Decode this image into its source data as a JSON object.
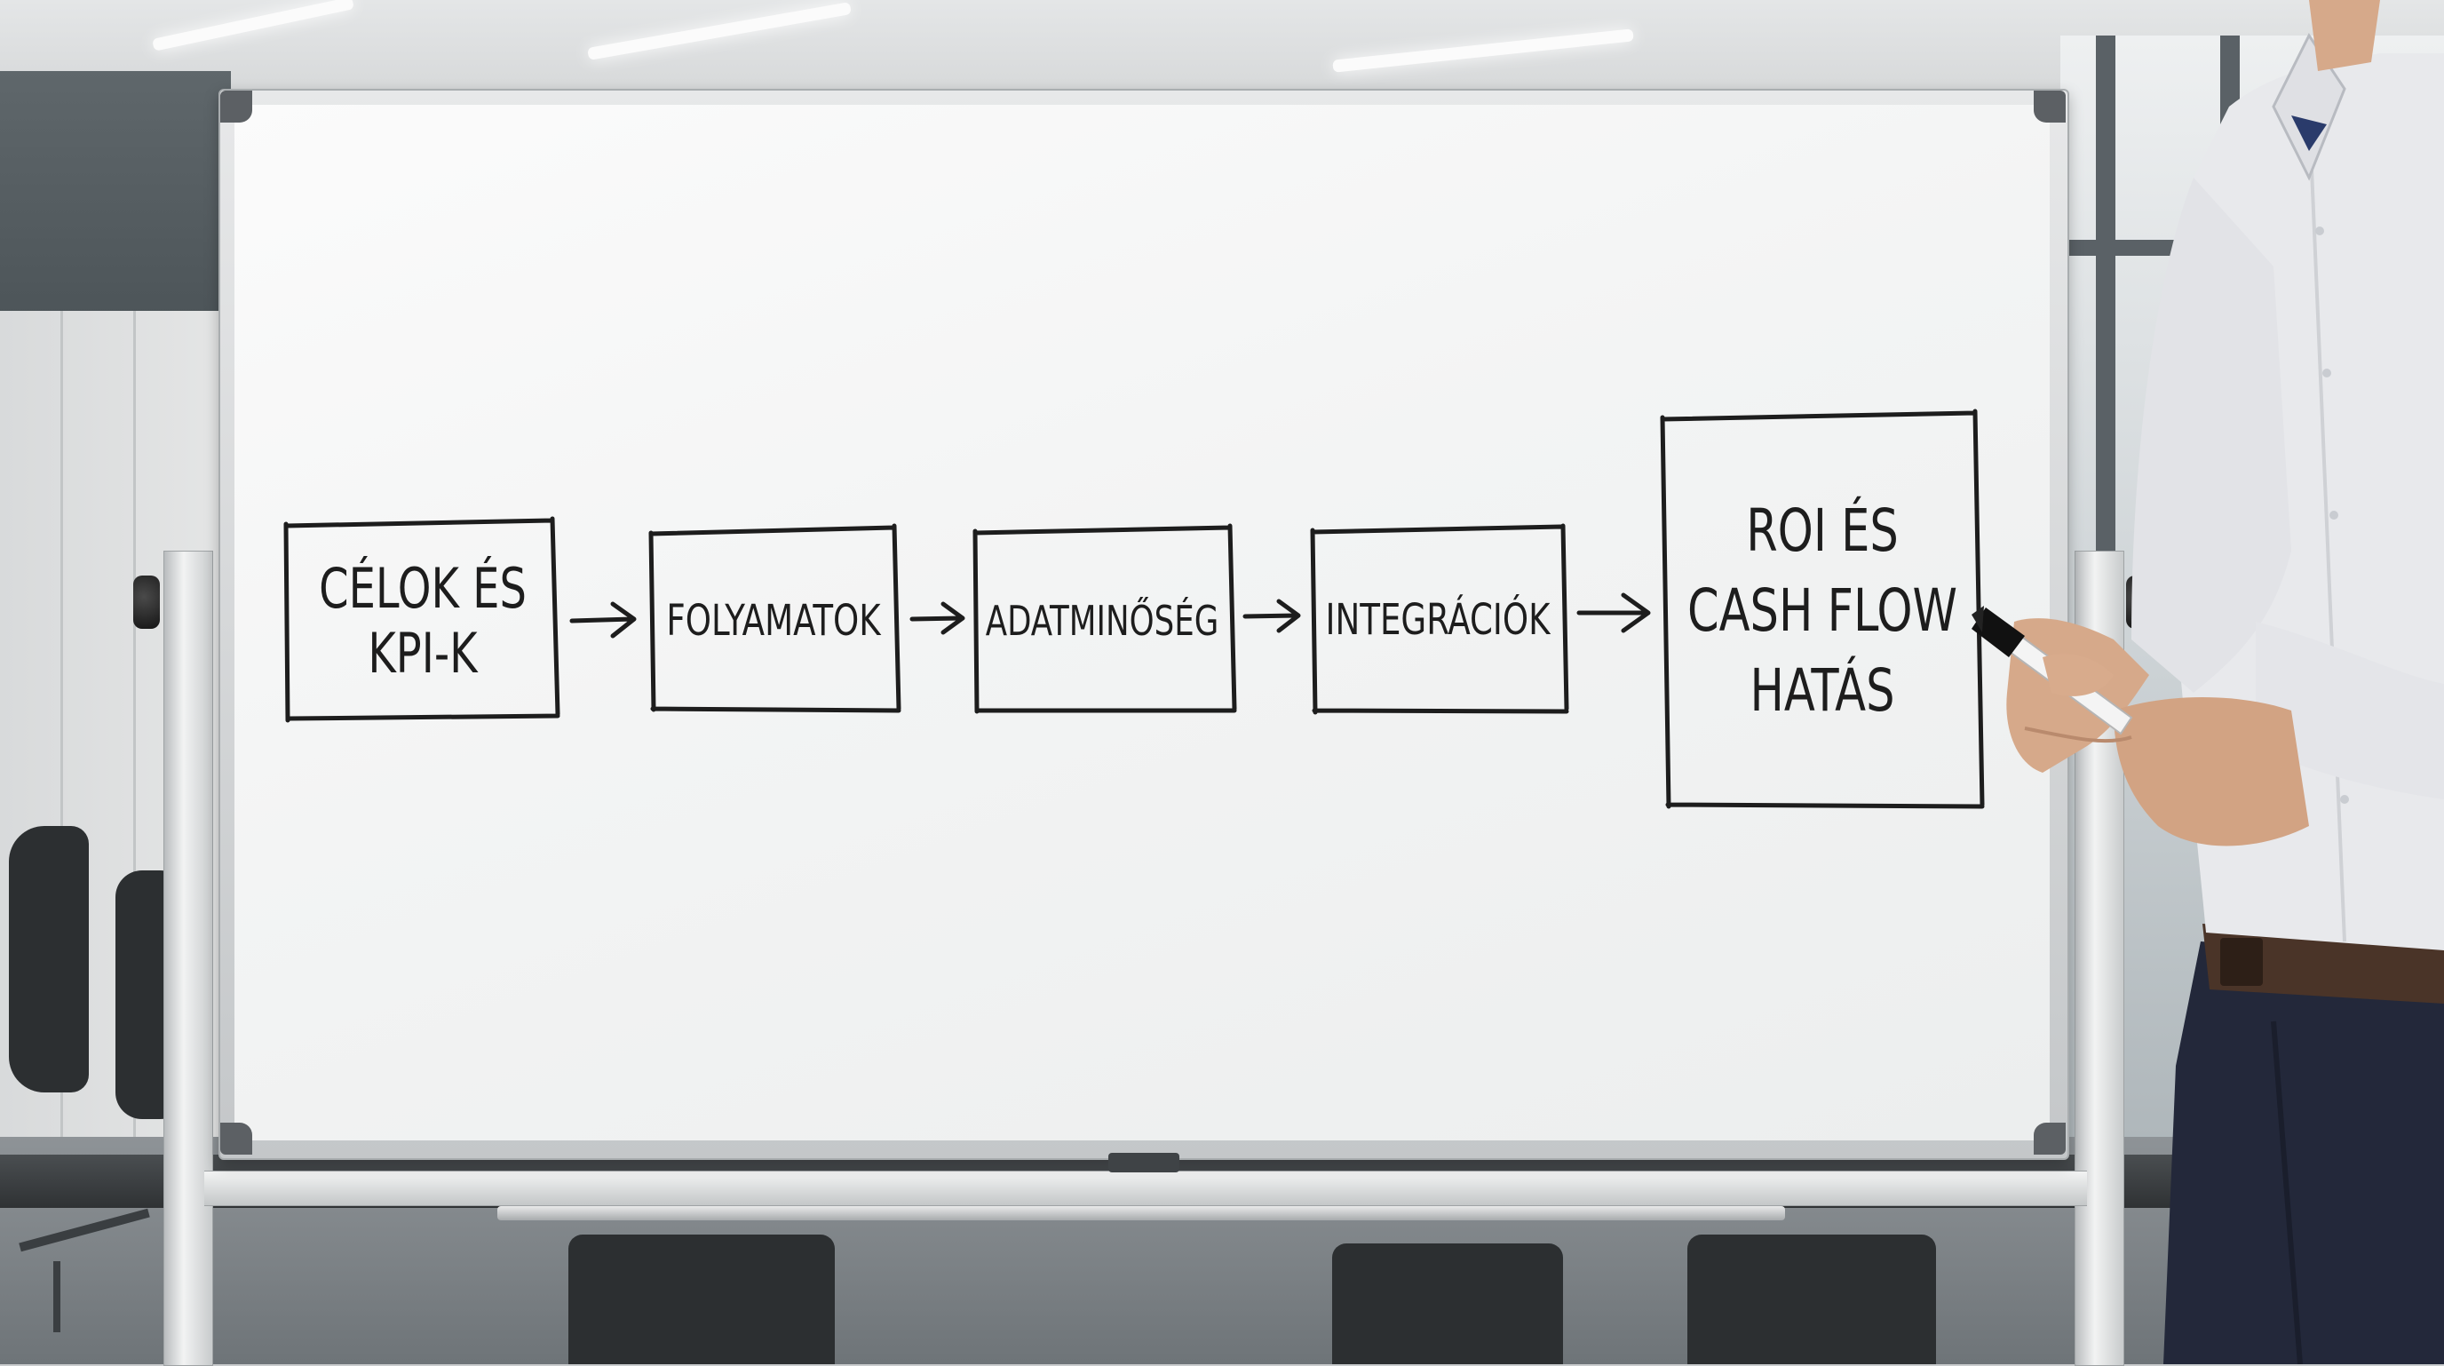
{
  "whiteboard": {
    "steps": [
      {
        "text": "CÉLOK ÉS\nKPI-K"
      },
      {
        "text": "FOLYAMATOK"
      },
      {
        "text": "ADATMINŐSÉG"
      },
      {
        "text": "INTEGRÁCIÓK"
      },
      {
        "text": "ROI ÉS\nCASH FLOW\nHATÁS"
      }
    ]
  },
  "colors": {
    "ink": "#1d1d1d",
    "board": "#f4f5f5",
    "shirt": "#e8e9ec",
    "trousers": "#23283a",
    "belt": "#4a3428",
    "skin": "#d6a98a"
  },
  "icons": [
    "marker-icon"
  ]
}
